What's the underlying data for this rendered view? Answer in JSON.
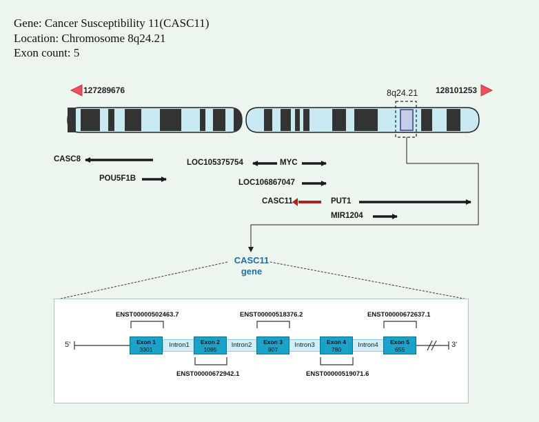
{
  "header": {
    "gene": "Gene: Cancer Susceptibility 11(CASC11)",
    "location": "Location: Chromosome 8q24.21",
    "exon_count": "Exon count: 5"
  },
  "chromosome": {
    "start_coord": "127289676",
    "end_coord": "128101253",
    "band": "8q24.21",
    "arm_fill": "#c9e9f3",
    "band_fill": "#333333",
    "highlight_fill": "#c5cde8"
  },
  "genes": {
    "casc8": "CASC8",
    "pou5f1b": "POU5F1B",
    "loc105375754": "LOC105375754",
    "myc": "MYC",
    "loc106867047": "LOC106867047",
    "casc11": "CASC11",
    "put1": "PUT1",
    "mir1204": "MIR1204",
    "casc11_arrow_color": "#b22222"
  },
  "zoom": {
    "gene_name": "CASC11",
    "gene_word": "gene"
  },
  "structure": {
    "five_prime": "5'",
    "three_prime": "3'",
    "exons": [
      {
        "name": "Exon 1",
        "length": "3301"
      },
      {
        "name": "Exon 2",
        "length": "1095"
      },
      {
        "name": "Exon 3",
        "length": "907"
      },
      {
        "name": "Exon 4",
        "length": "780"
      },
      {
        "name": "Exon 5",
        "length": "655"
      }
    ],
    "introns": [
      "Intron1",
      "Intron2",
      "Intron3",
      "Intron4"
    ],
    "transcripts_top": [
      "ENST00000502463.7",
      "ENST00000518376.2",
      "ENST00000672637.1"
    ],
    "transcripts_bottom": [
      "ENST00000672942.1",
      "ENST00000519071.6"
    ]
  }
}
